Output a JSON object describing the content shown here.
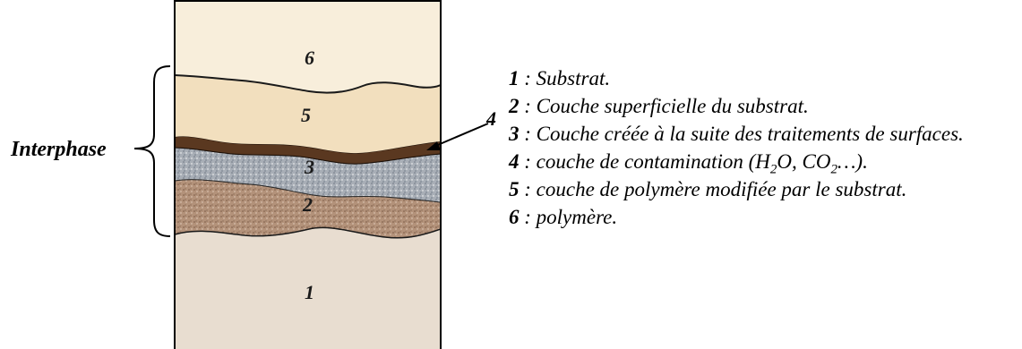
{
  "diagram": {
    "interphase_label": "Interphase",
    "layers": [
      {
        "number": "1",
        "color": "#e8ddd0"
      },
      {
        "number": "2",
        "color": "#b3927a"
      },
      {
        "number": "3",
        "color": "#a8aeb6"
      },
      {
        "number": "4",
        "color": "#5a3820"
      },
      {
        "number": "5",
        "color": "#f2dfbe"
      },
      {
        "number": "6",
        "color": "#f8eedb"
      }
    ],
    "callout_number": "4"
  },
  "legend": [
    {
      "number": "1",
      "text": " : Substrat."
    },
    {
      "number": "2",
      "text": " : Couche superficielle du substrat."
    },
    {
      "number": "3",
      "text": " : Couche créée à la suite des traitements de surfaces."
    },
    {
      "number": "4",
      "text_before": " : couche de contamination (H",
      "sub1": "2",
      "text_mid": "O, CO",
      "sub2": "2",
      "text_after": "…)."
    },
    {
      "number": "5",
      "text": " : couche de polymère modifiée par le substrat."
    },
    {
      "number": "6",
      "text": " : polymère."
    }
  ]
}
